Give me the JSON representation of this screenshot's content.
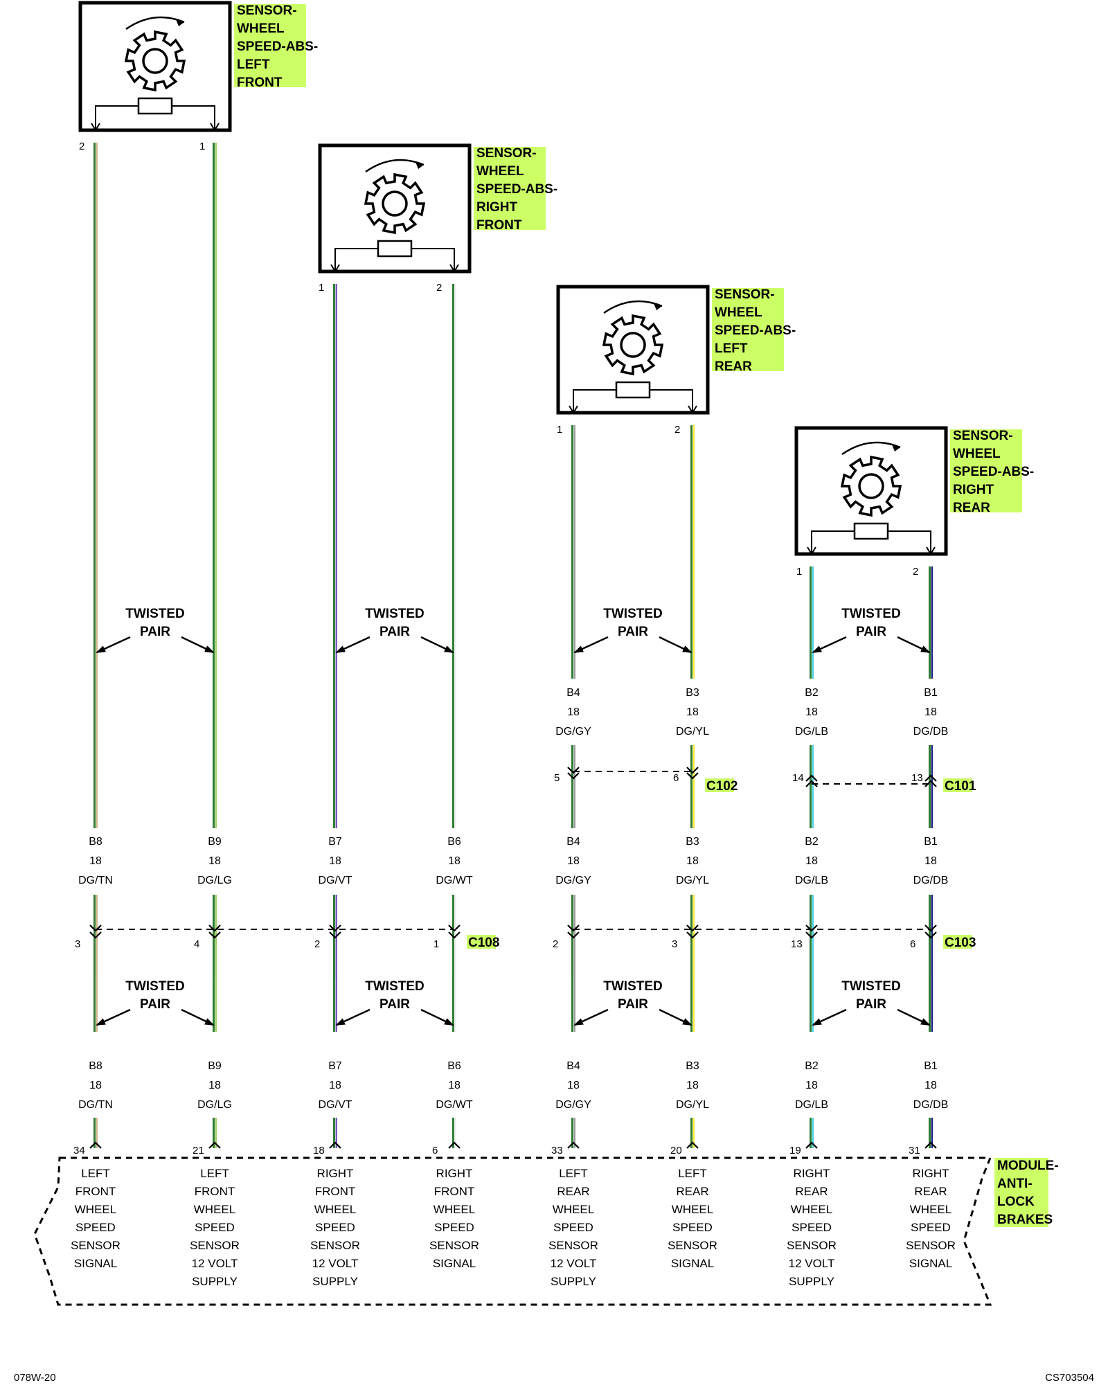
{
  "colors": {
    "label_bg": "#ccff66",
    "wire_green": "#2e7d32",
    "tracer_tan": "#d2b48c",
    "tracer_light_green": "#9ccc65",
    "tracer_violet": "#7e57c2",
    "tracer_white": "#eeeeee",
    "tracer_gray": "#9e9e9e",
    "tracer_yellow": "#ffeb3b",
    "tracer_light_blue": "#4dd0e1",
    "tracer_dark_blue": "#1a237e"
  },
  "sensors": [
    {
      "lines": [
        "SENSOR-",
        "WHEEL",
        "SPEED-ABS-",
        "LEFT",
        "FRONT"
      ],
      "pins": [
        "2",
        "1"
      ]
    },
    {
      "lines": [
        "SENSOR-",
        "WHEEL",
        "SPEED-ABS-",
        "RIGHT",
        "FRONT"
      ],
      "pins": [
        "1",
        "2"
      ]
    },
    {
      "lines": [
        "SENSOR-",
        "WHEEL",
        "SPEED-ABS-",
        "LEFT",
        "REAR"
      ],
      "pins": [
        "1",
        "2"
      ]
    },
    {
      "lines": [
        "SENSOR-",
        "WHEEL",
        "SPEED-ABS-",
        "RIGHT",
        "REAR"
      ],
      "pins": [
        "1",
        "2"
      ]
    }
  ],
  "twisted_pair": {
    "line1": "TWISTED",
    "line2": "PAIR"
  },
  "wires": [
    {
      "circuit": "B8",
      "gauge": "18",
      "color": "DG/TN",
      "tracer": "tracer_tan",
      "module_pin": "34",
      "inline_pin": "3",
      "module_label": [
        "LEFT",
        "FRONT",
        "WHEEL",
        "SPEED",
        "SENSOR",
        "SIGNAL"
      ]
    },
    {
      "circuit": "B9",
      "gauge": "18",
      "color": "DG/LG",
      "tracer": "tracer_light_green",
      "module_pin": "21",
      "inline_pin": "4",
      "module_label": [
        "LEFT",
        "FRONT",
        "WHEEL",
        "SPEED",
        "SENSOR",
        "12 VOLT",
        "SUPPLY"
      ]
    },
    {
      "circuit": "B7",
      "gauge": "18",
      "color": "DG/VT",
      "tracer": "tracer_violet",
      "module_pin": "18",
      "inline_pin": "2",
      "module_label": [
        "RIGHT",
        "FRONT",
        "WHEEL",
        "SPEED",
        "SENSOR",
        "12 VOLT",
        "SUPPLY"
      ]
    },
    {
      "circuit": "B6",
      "gauge": "18",
      "color": "DG/WT",
      "tracer": "tracer_white",
      "module_pin": "6",
      "inline_pin": "1",
      "module_label": [
        "RIGHT",
        "FRONT",
        "WHEEL",
        "SPEED",
        "SENSOR",
        "SIGNAL"
      ]
    },
    {
      "circuit": "B4",
      "gauge": "18",
      "color": "DG/GY",
      "tracer": "tracer_gray",
      "module_pin": "33",
      "inline_pin": "2",
      "upper_pin": "5",
      "module_label": [
        "LEFT",
        "REAR",
        "WHEEL",
        "SPEED",
        "SENSOR",
        "12 VOLT",
        "SUPPLY"
      ]
    },
    {
      "circuit": "B3",
      "gauge": "18",
      "color": "DG/YL",
      "tracer": "tracer_yellow",
      "module_pin": "20",
      "inline_pin": "3",
      "upper_pin": "6",
      "module_label": [
        "LEFT",
        "REAR",
        "WHEEL",
        "SPEED",
        "SENSOR",
        "SIGNAL"
      ]
    },
    {
      "circuit": "B2",
      "gauge": "18",
      "color": "DG/LB",
      "tracer": "tracer_light_blue",
      "module_pin": "19",
      "inline_pin": "13",
      "upper_pin": "14",
      "module_label": [
        "RIGHT",
        "REAR",
        "WHEEL",
        "SPEED",
        "SENSOR",
        "12 VOLT",
        "SUPPLY"
      ]
    },
    {
      "circuit": "B1",
      "gauge": "18",
      "color": "DG/DB",
      "tracer": "tracer_dark_blue",
      "module_pin": "31",
      "inline_pin": "6",
      "upper_pin": "13",
      "module_label": [
        "RIGHT",
        "REAR",
        "WHEEL",
        "SPEED",
        "SENSOR",
        "SIGNAL"
      ]
    }
  ],
  "connectors": {
    "c108": "C108",
    "c103": "C103",
    "c102": "C102",
    "c101": "C101"
  },
  "module": {
    "lines": [
      "MODULE-",
      "ANTI-",
      "LOCK",
      "BRAKES"
    ]
  },
  "footer": {
    "left": "078W-20",
    "right": "CS703504"
  }
}
